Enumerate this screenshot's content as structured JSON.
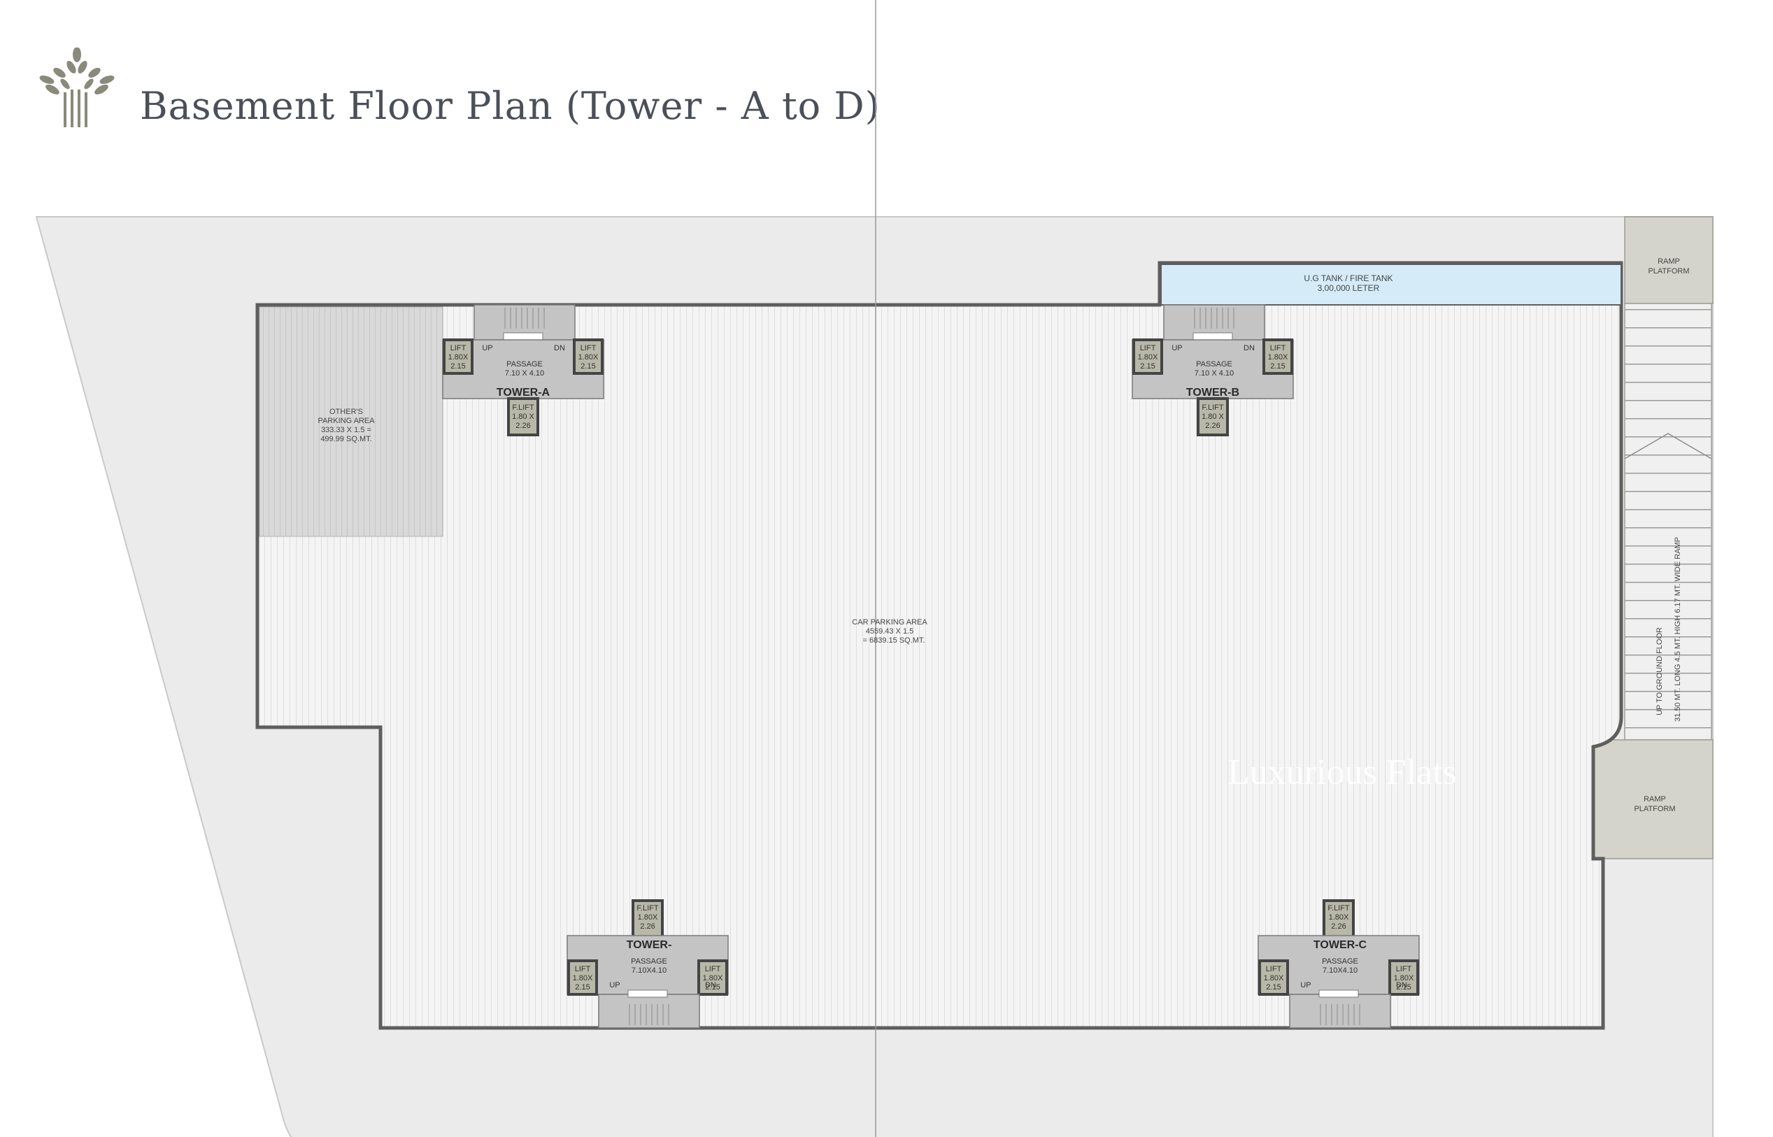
{
  "title": "Basement Floor Plan (Tower - A to D)",
  "watermark": "Luxurious Flats",
  "colors": {
    "site": "#ebebeb",
    "floor": "#f3f3f3",
    "wall": "#5e5e5e",
    "core": "#c4c4c4",
    "lift": "#b8b8a8",
    "tank": "#d5ecf8",
    "ramp": "#d4d4cc",
    "logo": "#8a8a7a",
    "title": "#4a4f58"
  },
  "areas": {
    "car_parking": [
      "CAR PARKING AREA",
      "4559.43 X 1.5",
      "= 6839.15 SQ.MT."
    ],
    "others_parking": [
      "OTHER'S",
      "PARKING AREA",
      "333.33 X 1.5 =",
      "499.99 SQ.MT."
    ],
    "tank": [
      "U.G TANK / FIRE TANK",
      "3,00,000 LETER"
    ],
    "ramp_top": [
      "RAMP",
      "PLATFORM"
    ],
    "ramp_bottom": [
      "RAMP",
      "PLATFORM"
    ],
    "ramp_text": [
      "UP TO GROUND FLOOR",
      "31.50 MT. LONG 4.5 MT. HIGH 6.17 MT. WIDE RAMP"
    ]
  },
  "towers": {
    "a": {
      "name": "TOWER-A",
      "passage": [
        "PASSAGE",
        "7.10 X 4.10"
      ],
      "lift_left": [
        "LIFT",
        "1.80X",
        "2.15"
      ],
      "lift_right": [
        "LIFT",
        "1.80X",
        "2.15"
      ],
      "fire_lift": [
        "F.LIFT",
        "1.80 X",
        "2.26"
      ],
      "up": "UP",
      "dn": "DN"
    },
    "b": {
      "name": "TOWER-B",
      "passage": [
        "PASSAGE",
        "7.10 X 4.10"
      ],
      "lift_left": [
        "LIFT",
        "1.80X",
        "2.15"
      ],
      "lift_right": [
        "LIFT",
        "1.80X",
        "2.15"
      ],
      "fire_lift": [
        "F.LIFT",
        "1.80 X",
        "2.26"
      ],
      "up": "UP",
      "dn": "DN"
    },
    "d": {
      "name": "TOWER-",
      "passage": [
        "PASSAGE",
        "7.10X4.10"
      ],
      "lift_left": [
        "LIFT",
        "1.80X",
        "2.15"
      ],
      "lift_right": [
        "LIFT",
        "1.80X",
        "2.15"
      ],
      "fire_lift": [
        "F.LIFT",
        "1.80X",
        "2.26"
      ],
      "up": "UP",
      "dn": "DN"
    },
    "c": {
      "name": "TOWER-C",
      "passage": [
        "PASSAGE",
        "7.10X4.10"
      ],
      "lift_left": [
        "LIFT",
        "1.80X",
        "2.15"
      ],
      "lift_right": [
        "LIFT",
        "1.80X",
        "2.15"
      ],
      "fire_lift": [
        "F.LIFT",
        "1.80X",
        "2.26"
      ],
      "up": "UP",
      "dn": "DN"
    }
  }
}
